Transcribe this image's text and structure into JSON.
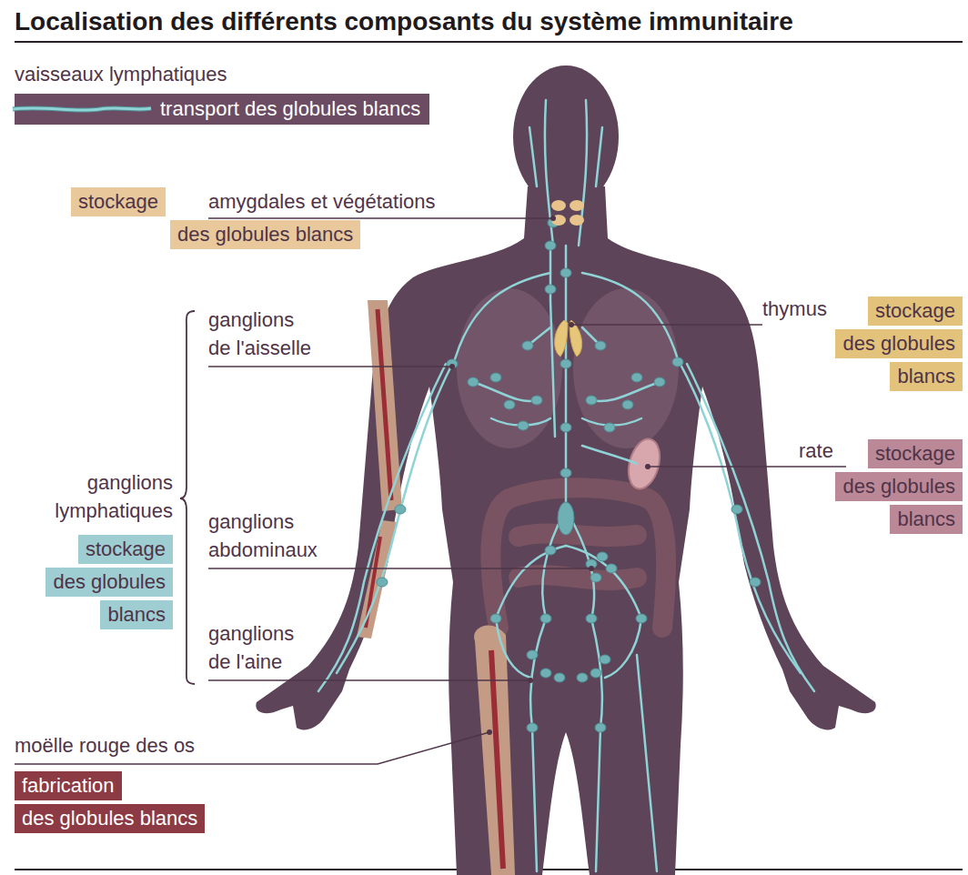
{
  "diagram": {
    "title": "Localisation des différents composants du système immunitaire",
    "nodes": [
      {
        "text": [
          "stockage des globules blancs"
        ]
      },
      {
        "text": [
          "stockage des globules blancs"
        ]
      },
      {
        "text": [
          "stockage des globules blancs"
        ]
      },
      {
        "text": [
          "stockage des globules blancs"
        ]
      },
      {
        "text": [
          "fabrication des globules blancs"
        ]
      }
    ],
    "labels": [
      "vaisseaux lymphatiques",
      "amygdales et végétations",
      "thymus",
      "ganglions de l'aisselle",
      "rate",
      "ganglions lymphatiques",
      "ganglions abdominaux",
      "ganglions de l'aine",
      "moëlle rouge des os"
    ],
    "legend": [
      {
        "text": "transport des globules blancs"
      }
    ]
  }
}
